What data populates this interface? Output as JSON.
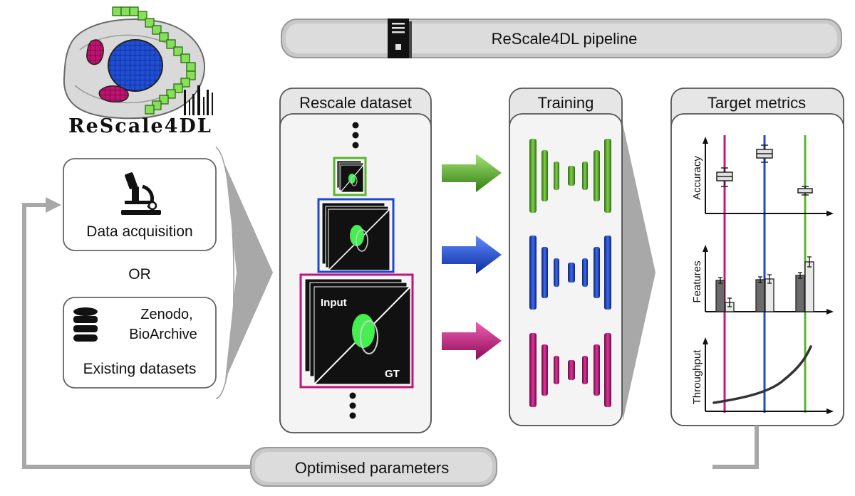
{
  "logo": {
    "text": "ReScale4DL"
  },
  "pipeline": {
    "title": "ReScale4DL pipeline"
  },
  "inputs": {
    "acquisition_label": "Data acquisition",
    "or_label": "OR",
    "repositories_line1": "Zenodo,",
    "repositories_line2": "BioArchive",
    "existing_label": "Existing datasets"
  },
  "rescale": {
    "title": "Rescale dataset",
    "input_label": "Input",
    "gt_label": "GT"
  },
  "training": {
    "title": "Training"
  },
  "metrics": {
    "title": "Target metrics",
    "accuracy_label": "Accuracy",
    "features_label": "Features",
    "throughput_label": "Throughput"
  },
  "feedback": {
    "label": "Optimised parameters"
  },
  "colors": {
    "green": "#5ab52c",
    "blue": "#1d48d1",
    "magenta": "#c4127a",
    "panel_fill": "#f2f2f2",
    "panel_stroke": "#555555",
    "grey_banner": "#d4d4d4"
  }
}
